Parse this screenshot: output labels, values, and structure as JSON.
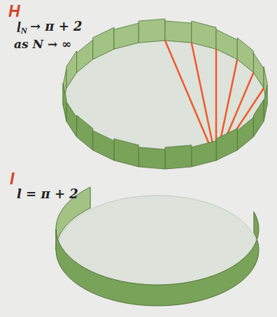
{
  "diagram": {
    "labels": [
      "H",
      "l",
      "N",
      "→ π + 2",
      "as N → ∞",
      "I",
      "l = π + 2"
    ]
  }
}
